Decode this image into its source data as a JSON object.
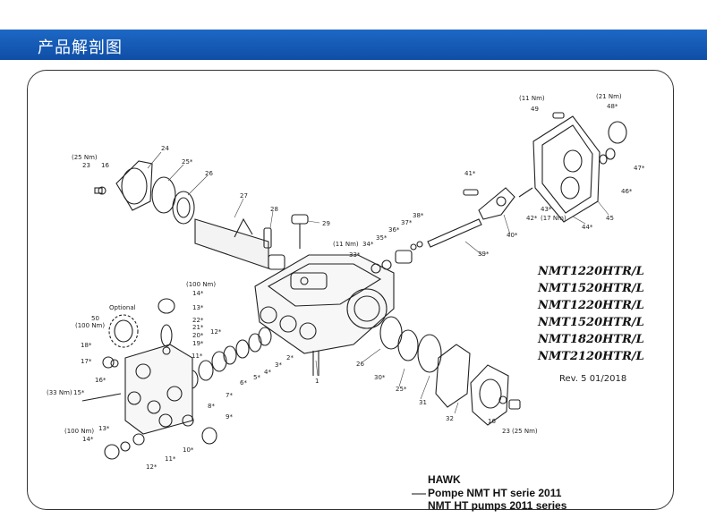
{
  "header": {
    "title": "产品解剖图"
  },
  "models": [
    "NMT1220HTR/L",
    "NMT1520HTR/L",
    "NMT1220HTR/L",
    "NMT1520HTR/L",
    "NMT1820HTR/L",
    "NMT2120HTR/L"
  ],
  "revision": "Rev. 5 01/2018",
  "footer": {
    "brand": "HAWK",
    "line1": "Pompe NMT HT serie 2011",
    "line2": "NMT HT pumps 2011 series"
  },
  "parts": {
    "p1": "1",
    "p2": "2*",
    "p3": "3*",
    "p4": "4*",
    "p5": "5*",
    "p6": "6*",
    "p7": "7*",
    "p8": "8*",
    "p9": "9*",
    "p10": "10*",
    "p11a": "11*",
    "p11b": "11*",
    "p12a": "12*",
    "p12b": "12*",
    "p13a": "13*",
    "p13b": "13*",
    "p14a": "14*",
    "p14b": "14*",
    "p15": "15*",
    "p16a": "16",
    "p16b": "16*",
    "p16c": "16",
    "p17": "17*",
    "p18": "18*",
    "p19": "19*",
    "p20": "20*",
    "p21": "21*",
    "p22": "22*",
    "p23a": "23",
    "p23b": "23",
    "p24": "24",
    "p25a": "25*",
    "p25b": "25*",
    "p26a": "26",
    "p26b": "26",
    "p27": "27",
    "p28": "28",
    "p29": "29",
    "p30": "30*",
    "p31": "31",
    "p32": "32",
    "p33": "33*",
    "p34": "34*",
    "p35": "35*",
    "p36": "36*",
    "p37": "37*",
    "p38": "38*",
    "p39": "39*",
    "p40": "40*",
    "p41": "41*",
    "p42": "42*",
    "p43": "43*",
    "p44": "44*",
    "p45": "45",
    "p46": "46*",
    "p47": "47*",
    "p48": "48*",
    "p49": "49",
    "p50": "50",
    "optional": "Optional",
    "t25a": "(25 Nm)",
    "t11a": "(11 Nm)",
    "t11b": "(11 Nm)",
    "t21": "(21 Nm)",
    "t17": "(17 Nm)",
    "t100a": "(100 Nm)",
    "t100b": "(100 Nm)",
    "t100c": "(100 Nm)",
    "t33": "(33 Nm)",
    "t25b": "(25 Nm)"
  }
}
